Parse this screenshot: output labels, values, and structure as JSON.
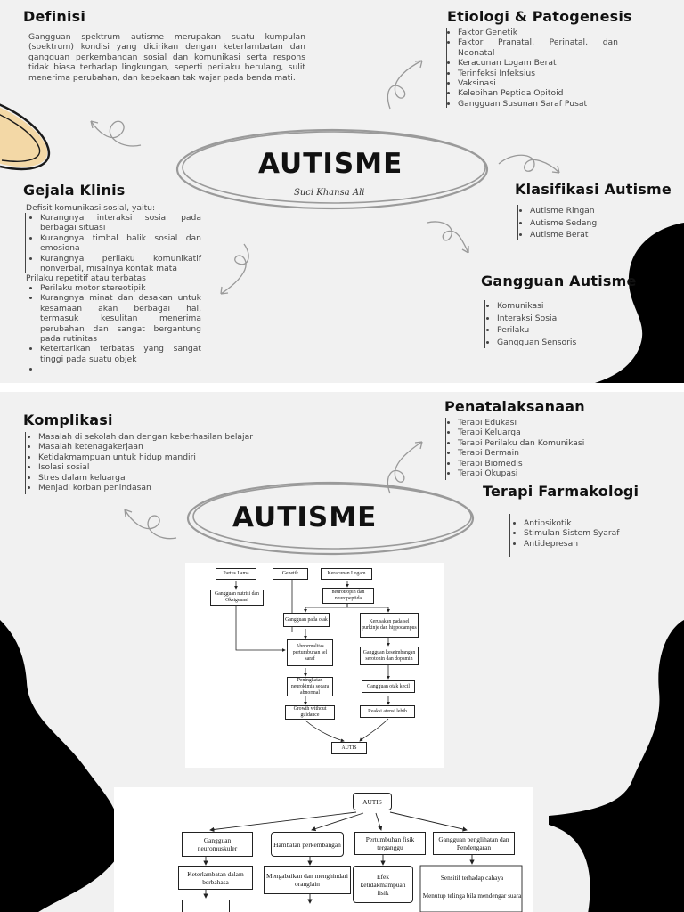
{
  "page1": {
    "definisi": {
      "heading": "Definisi",
      "body": "Gangguan spektrum autisme merupakan suatu kumpulan (spektrum) kondisi yang dicirikan dengan keterlambatan dan gangguan perkembangan sosial dan komunikasi serta respons tidak biasa terhadap lingkungan, seperti perilaku berulang, sulit menerima perubahan, dan kepekaan tak wajar pada benda mati."
    },
    "etiologi": {
      "heading": "Etiologi & Patogenesis",
      "items": [
        "Faktor Genetik",
        "Faktor Pranatal, Perinatal, dan Neonatal",
        "Keracunan Logam Berat",
        "Terinfeksi Infeksius",
        "Vaksinasi",
        "Kelebihan Peptida Opitoid",
        "Gangguan Susunan Saraf Pusat"
      ]
    },
    "center": {
      "title": "AUTISME",
      "author": "Suci Khansa Ali"
    },
    "gejala": {
      "heading": "Gejala Klinis",
      "intro1": "Defisit komunikasi sosial, yaitu:",
      "list1": [
        "Kurangnya interaksi sosial pada berbagai situasi",
        "Kurangnya timbal balik sosial dan emosiona",
        "Kurangnya perilaku komunikatif nonverbal, misalnya kontak mata"
      ],
      "intro2": "Prilaku repetitif atau terbatas",
      "list2": [
        "Perilaku motor stereotipik",
        "Kurangnya minat dan desakan untuk kesamaan akan berbagai hal, termasuk kesulitan menerima perubahan dan sangat bergantung pada rutinitas",
        "Ketertarikan terbatas yang sangat tinggi pada suatu objek",
        ""
      ]
    },
    "klasifikasi": {
      "heading": "Klasifikasi Autisme",
      "items": [
        "Autisme Ringan",
        "Autisme Sedang",
        "Autisme Berat"
      ]
    },
    "gangguan": {
      "heading": "Gangguan Autisme",
      "items": [
        "Komunikasi",
        "Interaksi Sosial",
        "Perilaku",
        "Gangguan Sensoris"
      ]
    }
  },
  "page2": {
    "komplikasi": {
      "heading": "Komplikasi",
      "items": [
        "Masalah di sekolah dan dengan keberhasilan belajar",
        "Masalah ketenagakerjaan",
        "Ketidakmampuan untuk hidup mandiri",
        "Isolasi sosial",
        "Stres dalam keluarga",
        "Menjadi korban penindasan"
      ]
    },
    "penatalaksanaan": {
      "heading": "Penatalaksanaan",
      "items": [
        "Terapi Edukasi",
        "Terapi Keluarga",
        "Terapi Perilaku dan Komunikasi",
        "Terapi Bermain",
        "Terapi Biomedis",
        "Terapi Okupasi"
      ]
    },
    "farmakologi": {
      "heading": "Terapi Farmakologi",
      "items": [
        "Antipsikotik",
        "Stimulan Sistem Syaraf",
        "Antidepresan"
      ]
    },
    "center": {
      "title": "AUTISME"
    },
    "flow1": {
      "partus": "Partus Lama",
      "genetik": "Genetik",
      "keracunan": "Keracunan Logam",
      "nutrisi": "Gangguan nutrisi dan Oksigenasi",
      "neurotropin": "neurotropin dan neuropeptida",
      "otak": "Gangguan pada otak",
      "purkinje": "Kerusakan pada sel purkinje dan hippocampus",
      "abnormal": "Abnormalitas pertumbuhan sel saraf",
      "serotonin": "Gangguan keseimbangan serotonin dan dopamin",
      "neurokimia": "Peningkatan neurokimia secara abnormal",
      "otakkecil": "Gangguan otak kecil",
      "growth": "Growth without guidance",
      "reaksi": "Reaksi atensi lebih",
      "autis": "AUTIS"
    },
    "flow2": {
      "autis": "AUTIS",
      "neuromuskuler": "Gangguan neuromuskuler",
      "hambatan": "Hambatan perkembangan",
      "pertumbuhan": "Pertumbuhan fisik terganggu",
      "penglihatan": "Gangguan penglihatan dan Pendengaran",
      "berbahasa": "Keterlambatan dalam berbahasa",
      "mengabaikan": "Mengabaikan dan menghindari oranglain",
      "efek": "Efek ketidakmampuan fisik",
      "sensitif": "Sensitif terhadap cahaya",
      "menutup": "Menutup telinga bila mendengar suara"
    }
  },
  "colors": {
    "background": "#f1f1f1",
    "ink": "#111111",
    "blob": "#000000",
    "accent": "#f3d8a6"
  }
}
